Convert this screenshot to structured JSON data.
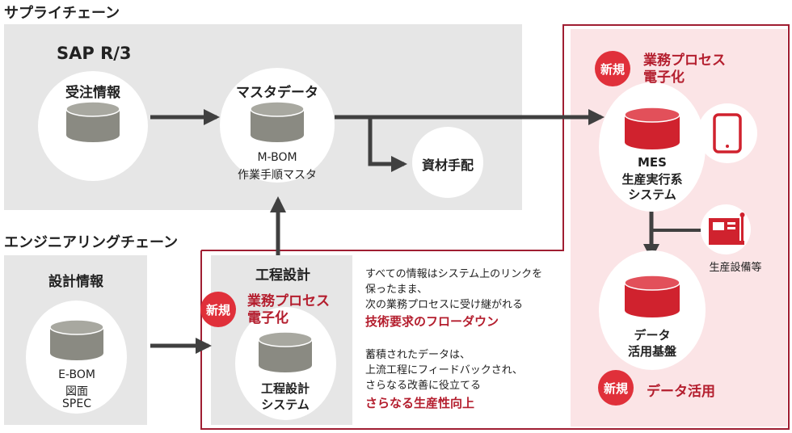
{
  "supply_chain": {
    "title": "サプライチェーン",
    "sap_title": "SAP R/3",
    "order_info": "受注情報",
    "master_data": "マスタデータ",
    "master_sub1": "M-BOM",
    "master_sub2": "作業手順マスタ",
    "procurement": "資材手配"
  },
  "engineering_chain": {
    "title": "エンジニアリングチェーン",
    "design_info": "設計情報",
    "design_sub1": "E-BOM",
    "design_sub2": "図面",
    "design_sub3": "SPEC",
    "process_design": "工程設計",
    "process_system_1": "工程設計",
    "process_system_2": "システム"
  },
  "badges": {
    "new": "新規",
    "digitize_1": "業務プロセス",
    "digitize_2": "電子化",
    "data_use": "データ活用"
  },
  "mes": {
    "line1": "MES",
    "line2": "生産実行系",
    "line3": "システム",
    "equipment": "生産設備等",
    "data_1": "データ",
    "data_2": "活用基盤"
  },
  "description": {
    "p1_line1": "すべての情報はシステム上のリンクを",
    "p1_line2": "保ったまま、",
    "p1_line3": "次の業務プロセスに受け継がれる",
    "p1_highlight": "技術要求のフローダウン",
    "p2_line1": "蓄積されたデータは、",
    "p2_line2": "上流工程にフィードバックされ、",
    "p2_line3": "さらなる改善に役立てる",
    "p2_highlight": "さらなる生産性向上"
  },
  "colors": {
    "panel_gray": "#e6e6e6",
    "red_border": "#a01e32",
    "pink_panel": "#fbe4e6",
    "accent_red": "#e0303a",
    "db_gray": "#8a8a82",
    "db_red": "#d0222e"
  },
  "icons": [
    "tablet-icon",
    "machine-icon",
    "database-icon"
  ]
}
